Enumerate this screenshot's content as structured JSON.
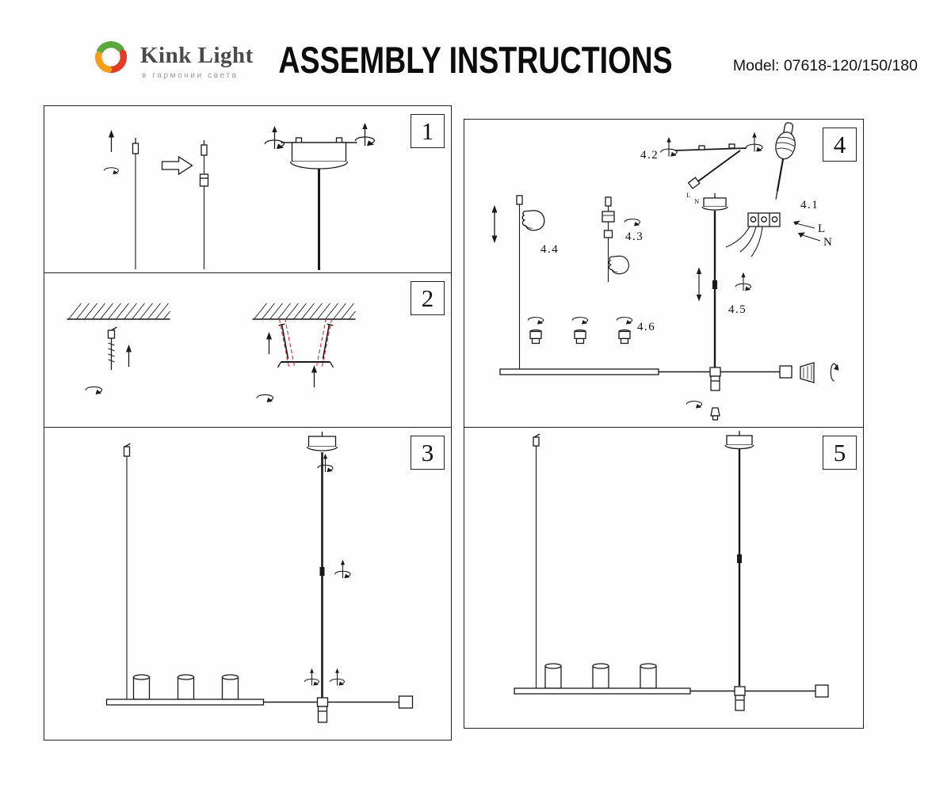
{
  "header": {
    "brand": "Kink Light",
    "tagline": "в гармонии света",
    "title": "ASSEMBLY INSTRUCTIONS",
    "model": "Model: 07618-120/150/180"
  },
  "logo": {
    "colors": {
      "green": "#5ca83e",
      "orange": "#f59c1a",
      "red": "#e23b2a"
    }
  },
  "steps": {
    "s1": {
      "number": "1"
    },
    "s2": {
      "number": "2",
      "guide_color": "#cf2020"
    },
    "s3": {
      "number": "3"
    },
    "s4": {
      "number": "4",
      "labels": {
        "a": "4.1",
        "b": "4.2",
        "c": "4.3",
        "d": "4.4",
        "e": "4.5",
        "f": "4.6"
      },
      "terminal": {
        "live": "L",
        "neutral": "N"
      }
    },
    "s5": {
      "number": "5"
    }
  }
}
